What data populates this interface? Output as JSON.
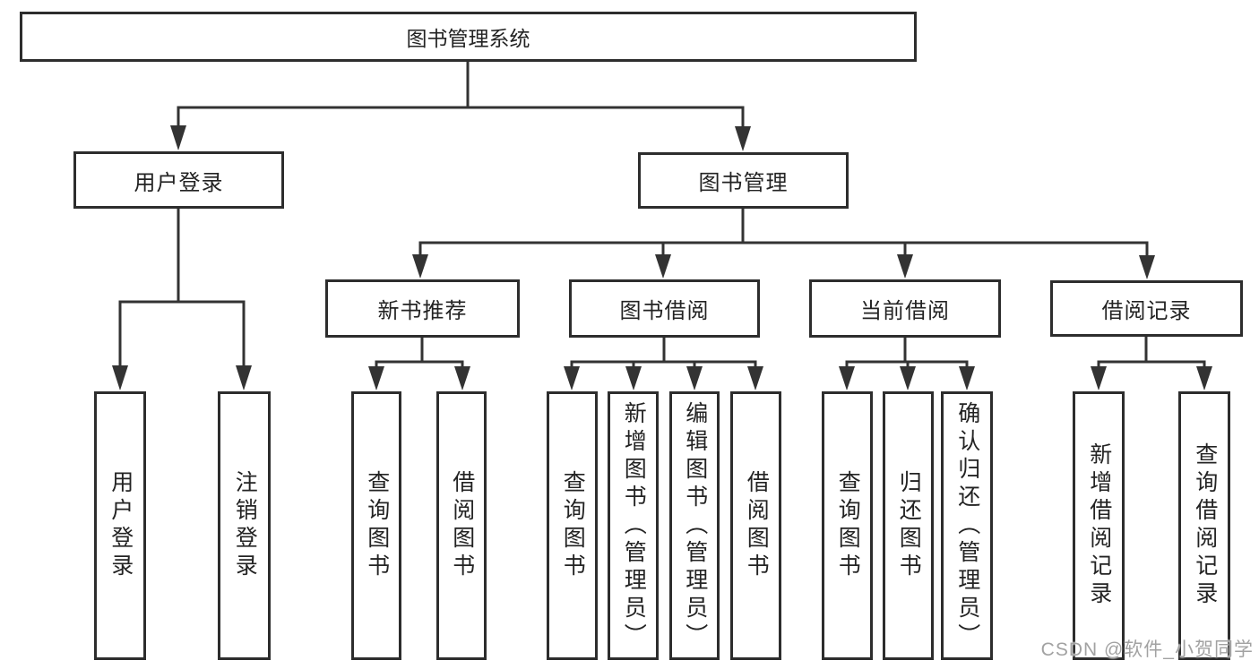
{
  "diagram": {
    "title": "图书管理系统",
    "type": "hierarchy-tree",
    "colors": {
      "line": "#333333",
      "box_border": "#2d2d2d",
      "text": "#232323",
      "background": "#ffffff",
      "watermark": "#a2a2a2"
    },
    "watermark": "CSDN @软件_小贺同学",
    "nodes": {
      "root": {
        "label": "图书管理系统"
      },
      "level1": [
        {
          "label": "用户登录"
        },
        {
          "label": "图书管理"
        }
      ],
      "level2": [
        {
          "label": "新书推荐",
          "parent": "图书管理"
        },
        {
          "label": "图书借阅",
          "parent": "图书管理"
        },
        {
          "label": "当前借阅",
          "parent": "图书管理"
        },
        {
          "label": "借阅记录",
          "parent": "图书管理"
        }
      ],
      "leaves": [
        {
          "label": "用户登录",
          "parent": "用户登录"
        },
        {
          "label": "注销登录",
          "parent": "用户登录"
        },
        {
          "label": "查询图书",
          "parent": "新书推荐"
        },
        {
          "label": "借阅图书",
          "parent": "新书推荐"
        },
        {
          "label": "查询图书",
          "parent": "图书借阅"
        },
        {
          "label": "新增图书（管理员）",
          "parent": "图书借阅"
        },
        {
          "label": "编辑图书（管理员）",
          "parent": "图书借阅"
        },
        {
          "label": "借阅图书",
          "parent": "图书借阅"
        },
        {
          "label": "查询图书",
          "parent": "当前借阅"
        },
        {
          "label": "归还图书",
          "parent": "当前借阅"
        },
        {
          "label": "确认归还（管理员）",
          "parent": "当前借阅"
        },
        {
          "label": "新增借阅记录",
          "parent": "借阅记录"
        },
        {
          "label": "查询借阅记录",
          "parent": "借阅记录"
        }
      ]
    }
  }
}
